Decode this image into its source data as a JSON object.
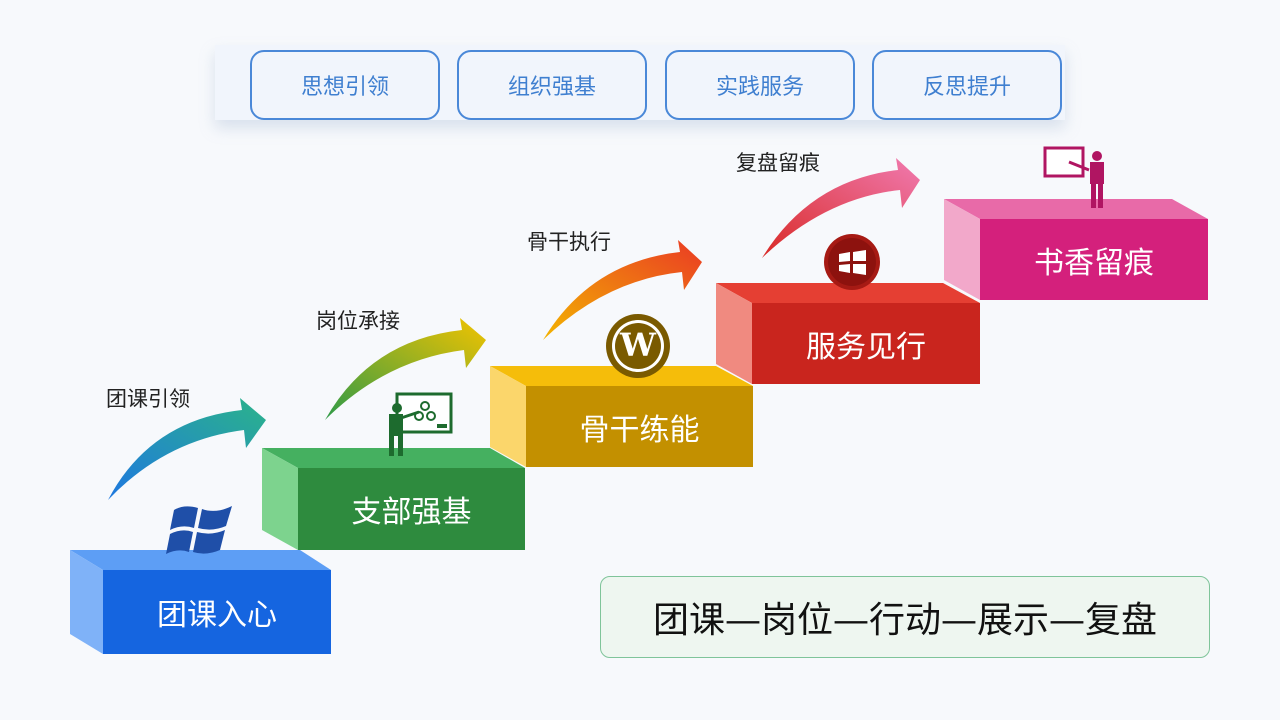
{
  "tabs": [
    "思想引领",
    "组织强基",
    "实践服务",
    "反思提升"
  ],
  "steps": [
    "团课入心",
    "支部强基",
    "骨干练能",
    "服务见行",
    "书香留痕"
  ],
  "arrows": [
    "团课引领",
    "岗位承接",
    "骨干执行",
    "复盘留痕"
  ],
  "summary": "团课—岗位—行动—展示—复盘",
  "colors": {
    "step1": "#1565e0",
    "step2": "#2e8b3e",
    "step3": "#c39000",
    "step4": "#c9251e",
    "step5": "#d4207c",
    "tab": "#4a88d8"
  },
  "icons": [
    "windows-icon",
    "teacher-board-icon",
    "wordpress-icon",
    "windows-badge-icon",
    "presenter-icon"
  ]
}
